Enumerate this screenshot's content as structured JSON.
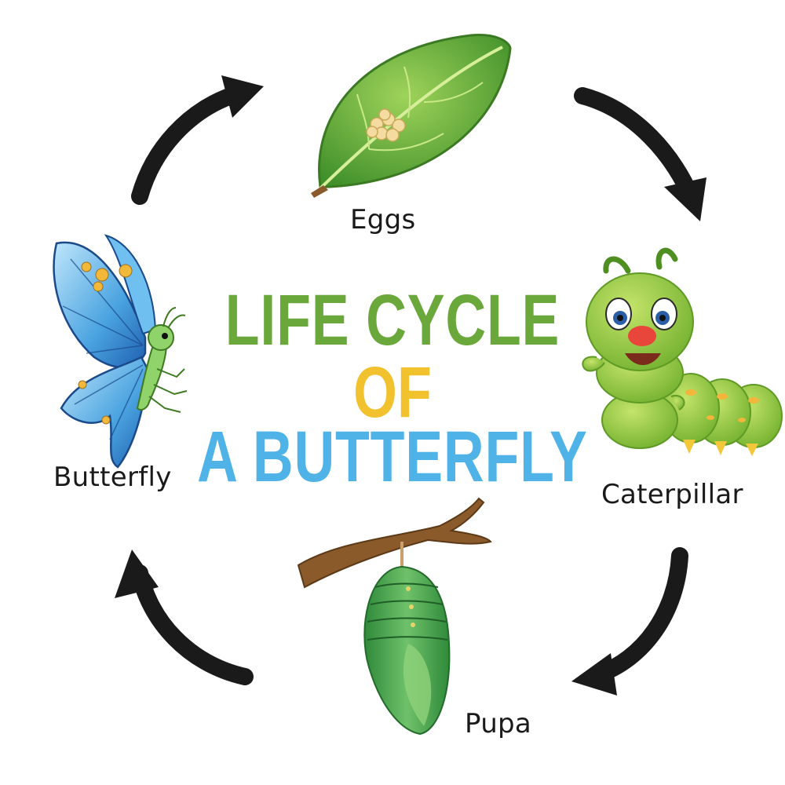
{
  "title": {
    "line1": "LIFE CYCLE",
    "line2": "OF",
    "line3": "A BUTTERFLY"
  },
  "stages": {
    "eggs": "Eggs",
    "caterpillar": "Caterpillar",
    "pupa": "Pupa",
    "butterfly": "Butterfly"
  },
  "colors": {
    "title_line1": "#6aa83c",
    "title_line2": "#f2c12e",
    "title_line3": "#4fb3e8",
    "arrow": "#1a1a1a"
  },
  "icons": [
    "leaf-with-eggs-icon",
    "caterpillar-icon",
    "chrysalis-icon",
    "butterfly-icon",
    "cycle-arrow-icon"
  ]
}
